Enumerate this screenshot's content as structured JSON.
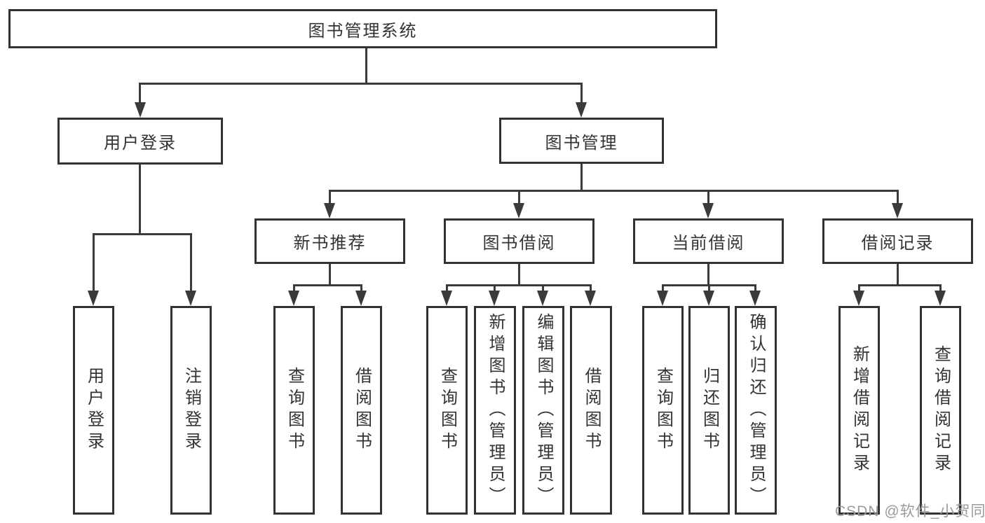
{
  "diagram": {
    "root": {
      "label": "图书管理系统",
      "children": [
        {
          "label": "用户登录",
          "children": [
            {
              "label": "用户登录"
            },
            {
              "label": "注销登录"
            }
          ]
        },
        {
          "label": "图书管理",
          "children": [
            {
              "label": "新书推荐",
              "children": [
                {
                  "label": "查询图书"
                },
                {
                  "label": "借阅图书"
                }
              ]
            },
            {
              "label": "图书借阅",
              "children": [
                {
                  "label": "查询图书"
                },
                {
                  "label": "新增图书（管理员）"
                },
                {
                  "label": "编辑图书（管理员）"
                },
                {
                  "label": "借阅图书"
                }
              ]
            },
            {
              "label": "当前借阅",
              "children": [
                {
                  "label": "查询图书"
                },
                {
                  "label": "归还图书"
                },
                {
                  "label": "确认归还（管理员）"
                }
              ]
            },
            {
              "label": "借阅记录",
              "children": [
                {
                  "label": "新增借阅记录"
                },
                {
                  "label": "查询借阅记录"
                }
              ]
            }
          ]
        }
      ]
    },
    "watermark": "CSDN @软件_小贺同学",
    "colors": {
      "line": "#3a3a3a",
      "box_border": "#333333",
      "text": "#333333",
      "watermark": "#9a9a9a",
      "background": "#ffffff"
    }
  }
}
